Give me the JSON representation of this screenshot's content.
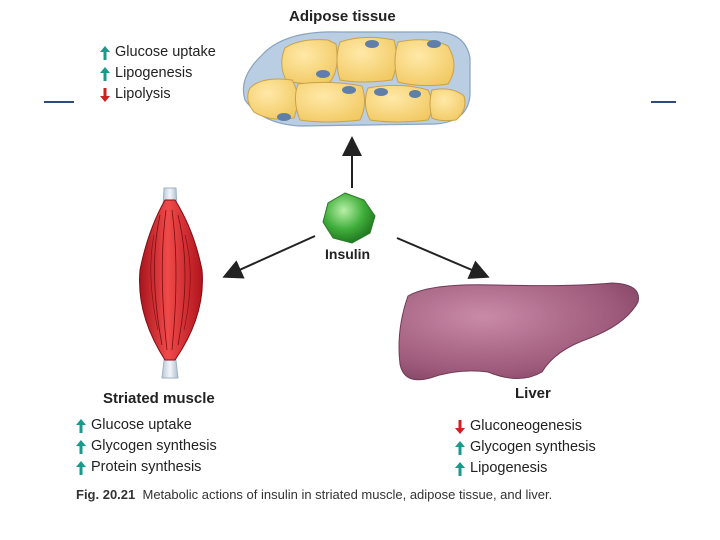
{
  "colors": {
    "up_arrow": "#1a9a8a",
    "down_arrow": "#cc2222",
    "rule": "#2e4b7d"
  },
  "adipose": {
    "title": "Adipose tissue",
    "effects": [
      {
        "direction": "up",
        "icon": "teal-up-arrow-icon",
        "label": "Glucose uptake"
      },
      {
        "direction": "up",
        "icon": "teal-up-arrow-icon",
        "label": "Lipogenesis"
      },
      {
        "direction": "down",
        "icon": "red-down-arrow-icon",
        "label": "Lipolysis"
      }
    ]
  },
  "insulin": {
    "label": "Insulin"
  },
  "muscle": {
    "title": "Striated muscle",
    "effects": [
      {
        "direction": "up",
        "icon": "teal-up-arrow-icon",
        "label": "Glucose uptake"
      },
      {
        "direction": "up",
        "icon": "teal-up-arrow-icon",
        "label": "Glycogen synthesis"
      },
      {
        "direction": "up",
        "icon": "teal-up-arrow-icon",
        "label": "Protein synthesis"
      }
    ]
  },
  "liver": {
    "title": "Liver",
    "effects": [
      {
        "direction": "down",
        "icon": "red-down-arrow-icon",
        "label": "Gluconeogenesis"
      },
      {
        "direction": "up",
        "icon": "teal-up-arrow-icon",
        "label": "Glycogen synthesis"
      },
      {
        "direction": "up",
        "icon": "teal-up-arrow-icon",
        "label": "Lipogenesis"
      }
    ]
  },
  "caption": {
    "prefix": "Fig. 20.21",
    "text": "Metabolic actions of insulin in striated muscle, adipose tissue, and liver."
  }
}
